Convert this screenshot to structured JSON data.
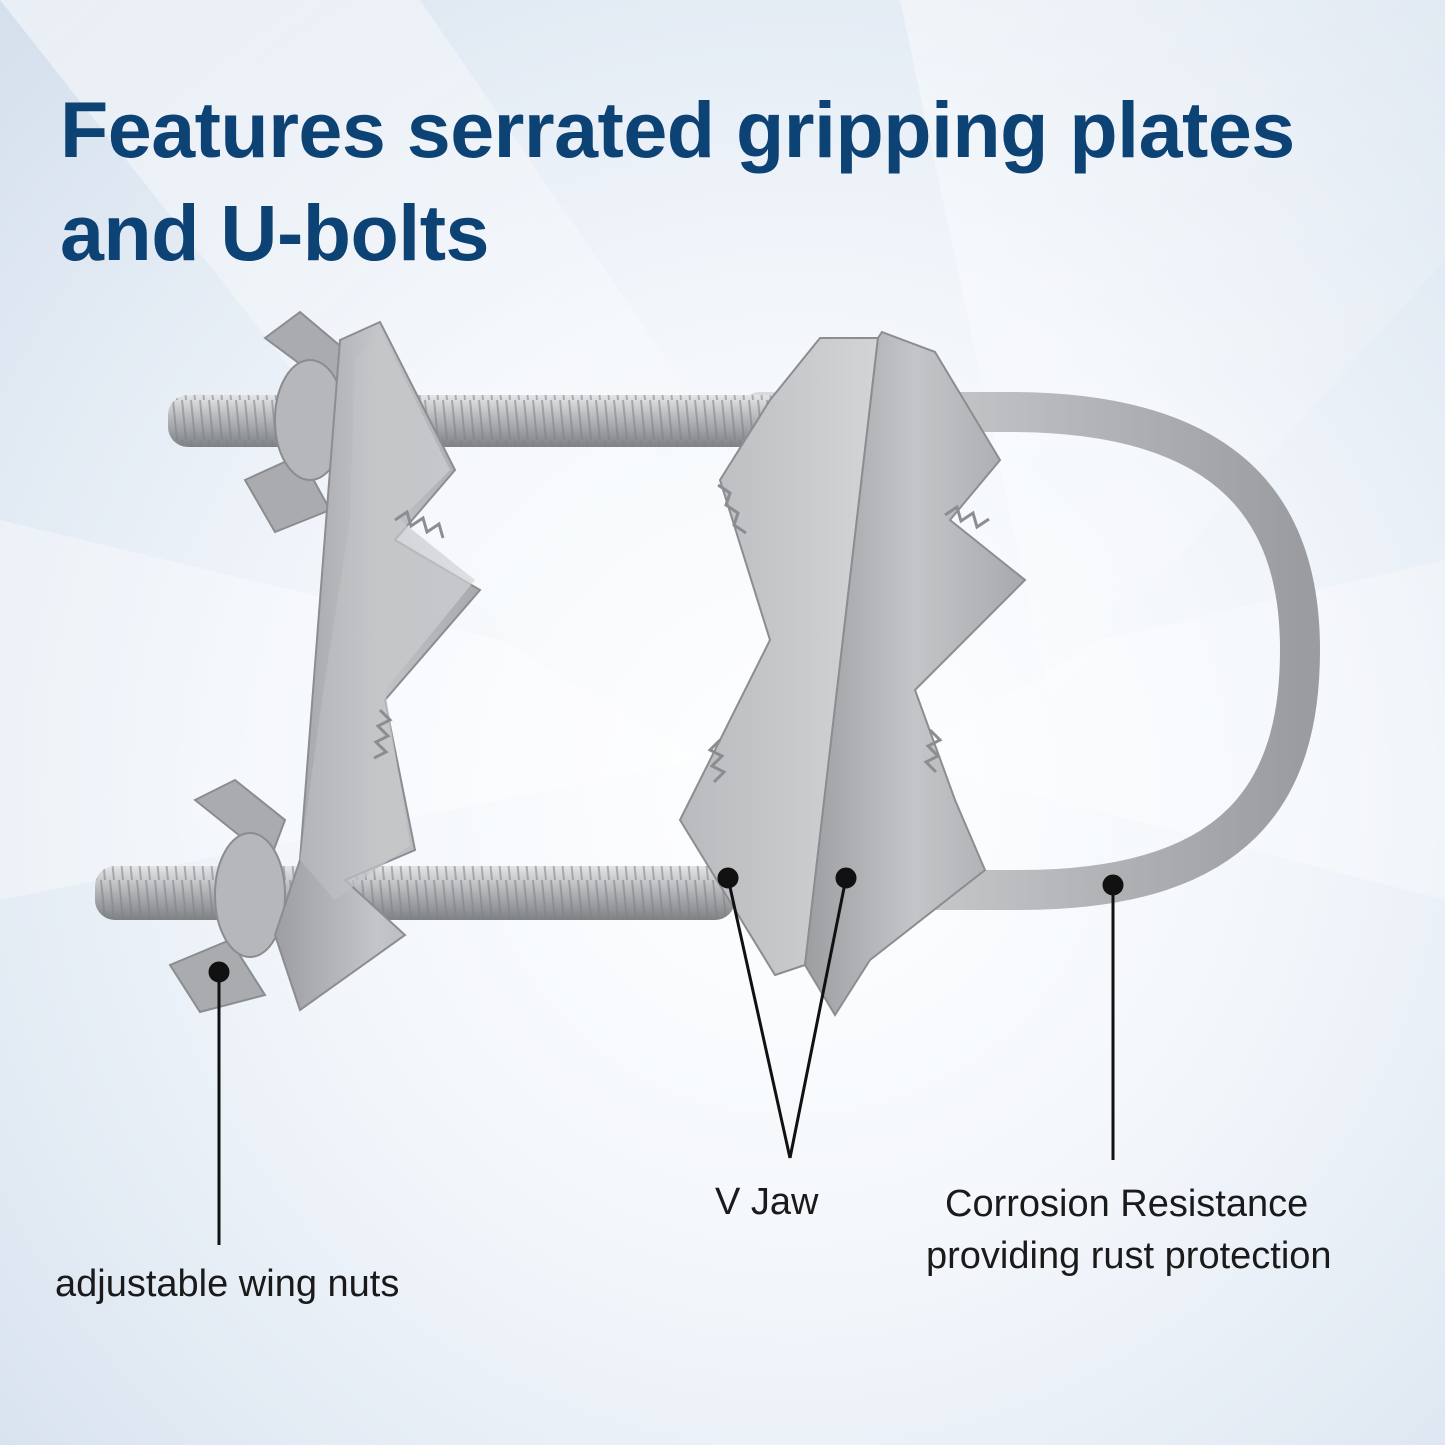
{
  "headline": {
    "line1": "Features serrated gripping plates",
    "line2": "and U-bolts"
  },
  "callouts": {
    "wing_nuts": "adjustable wing nuts",
    "v_jaw": "V Jaw",
    "corrosion_line1": "Corrosion Resistance",
    "corrosion_line2": "providing rust protection"
  },
  "colors": {
    "headline": "#0d4275",
    "metal": "#b9bbbe",
    "callout_line": "#111111"
  }
}
